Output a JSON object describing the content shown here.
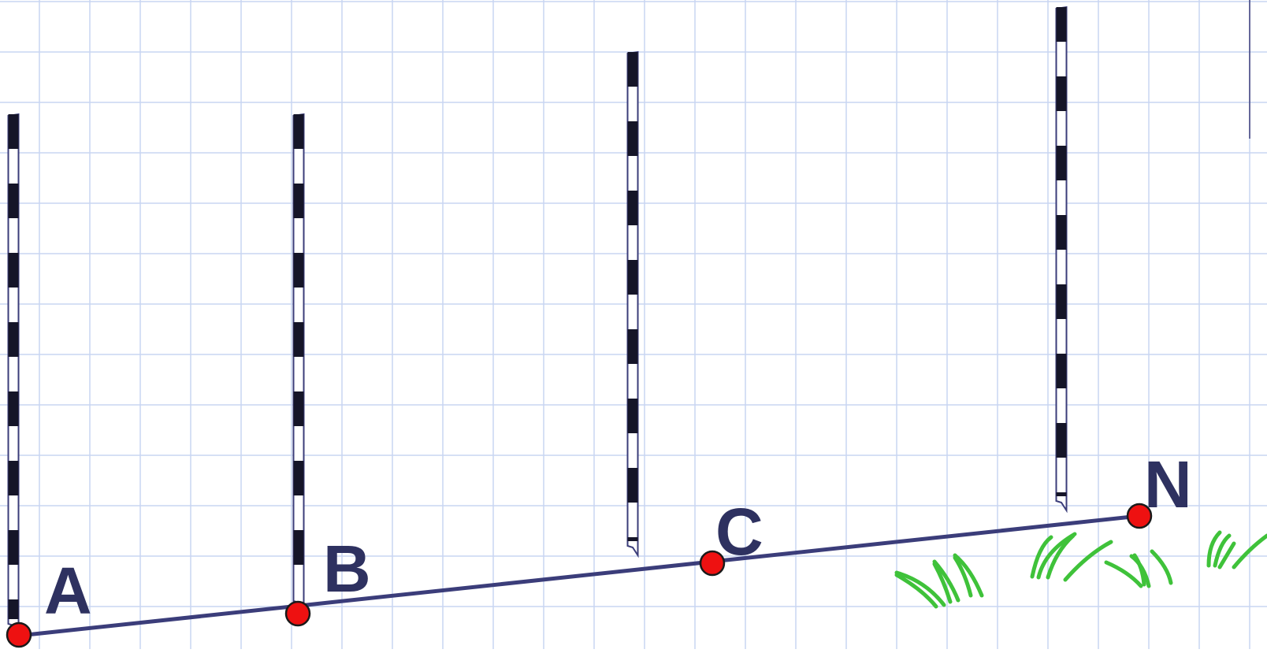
{
  "points": [
    {
      "id": "A",
      "label": "A"
    },
    {
      "id": "B",
      "label": "B"
    },
    {
      "id": "C",
      "label": "C"
    },
    {
      "id": "N",
      "label": "N"
    }
  ],
  "colors": {
    "grid": "#c9d6f2",
    "line": "#3b3d7a",
    "label": "#2e3160",
    "point_fill": "#ee1111",
    "point_stroke": "#1a1a1a",
    "pole_stripe": "#151528",
    "grass": "#3fc23a"
  },
  "icons": [
    "ranging-pole-icon",
    "grass-icon"
  ]
}
